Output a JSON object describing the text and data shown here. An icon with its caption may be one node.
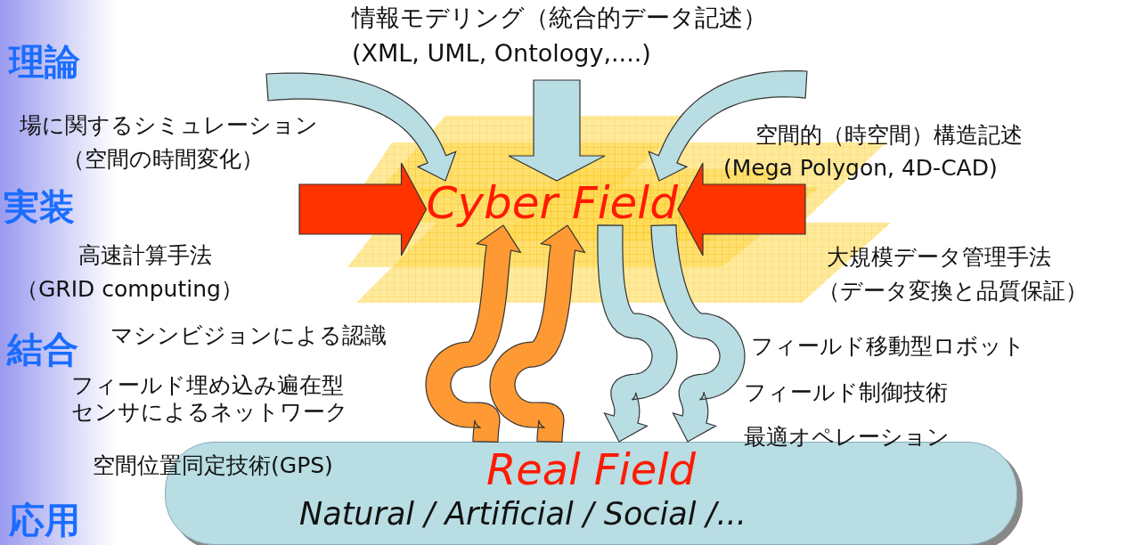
{
  "diagram": {
    "nodes": [
      {
        "text": [
          "Cyber Field"
        ]
      },
      {
        "text": [
          "Real Field",
          "Natural / Artificial / Social /..."
        ]
      }
    ],
    "edges": [
      {
        "from": null,
        "to": 0,
        "arrow": "to"
      },
      {
        "from": null,
        "to": 0,
        "arrow": "to"
      },
      {
        "from": null,
        "to": 0,
        "arrow": "to"
      },
      {
        "from": null,
        "to": 0,
        "arrow": "to"
      },
      {
        "from": null,
        "to": 0,
        "arrow": "to"
      },
      {
        "from": 1,
        "to": 0,
        "arrow": "to",
        "color": "#ff9933"
      },
      {
        "from": 1,
        "to": 0,
        "arrow": "to",
        "color": "#ff9933"
      },
      {
        "from": 0,
        "to": 1,
        "arrow": "to"
      },
      {
        "from": 0,
        "to": 1,
        "arrow": "to"
      }
    ],
    "labels": [
      "情報モデリング（統合的データ記述）",
      "(XML, UML, Ontology,....)",
      "理論",
      "場に関するシミュレーション",
      "（空間の時間変化）",
      "空間的（時空間）構造記述",
      "(Mega Polygon, 4D-CAD)",
      "実装",
      "高速計算手法",
      "大規模データ管理手法",
      "（GRID computing）",
      "（データ変換と品質保証）",
      "結合",
      "マシンビジョンによる認識",
      "フィールド移動型ロボット",
      "フィールド埋め込み遍在型センサによるネットワーク",
      "フィールド制御技術",
      "最適オペレーション",
      "空間位置同定技術(GPS)",
      "応用"
    ]
  }
}
